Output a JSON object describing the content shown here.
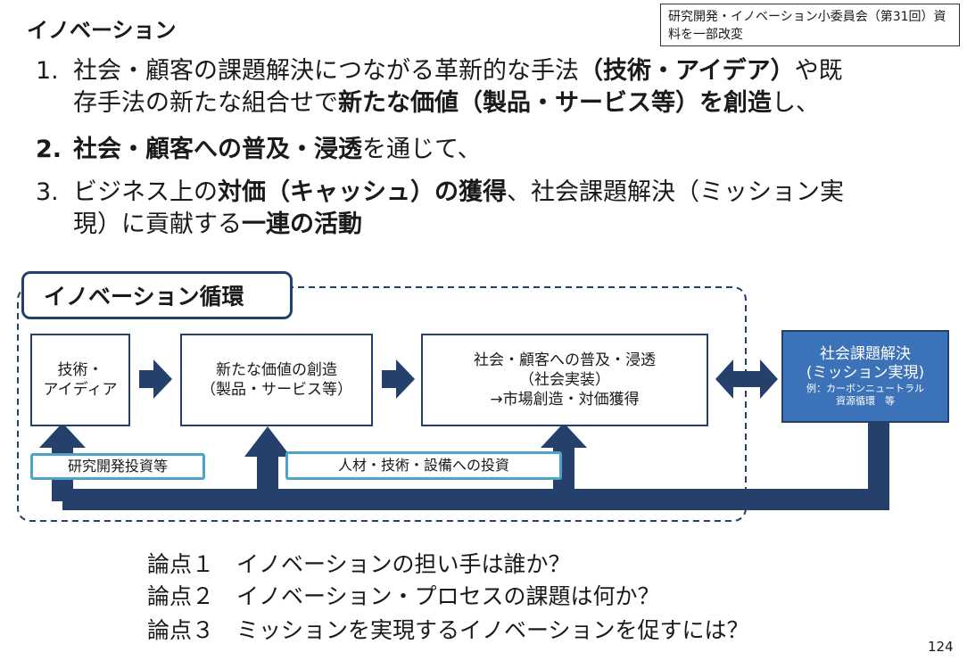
{
  "header": {
    "title": "イノベーション",
    "source_note": "研究開発・イノベーション小委員会（第31回）資料を一部改変"
  },
  "points": {
    "p1": {
      "num": "1.",
      "a": "社会・顧客の課題解決につながる革新的な手法",
      "b": "（技術・アイデア）",
      "c": "や既",
      "d": "存手法の新たな組合せで",
      "e": "新たな価値（製品・サービス等）を創造",
      "f": "し、"
    },
    "p2": {
      "num": "2.",
      "a": "社会・顧客への普及・浸透",
      "b": "を通じて、"
    },
    "p3": {
      "num": "3.",
      "a": "ビジネス上の",
      "b": "対価（キャッシュ）の獲得",
      "c": "、社会課題解決（ミッション実",
      "d": "現）に貢献する",
      "e": "一連の活動"
    }
  },
  "diagram": {
    "cycle_label": "イノベーション循環",
    "box_tech": [
      "技術・",
      "アイディア"
    ],
    "box_value": [
      "新たな価値の創造",
      "（製品・サービス等）"
    ],
    "box_diffusion": [
      "社会・顧客への普及・浸透",
      "（社会実装）",
      "→市場創造・対価獲得"
    ],
    "box_goal": [
      "社会課題解決",
      "(ミッション実現)"
    ],
    "box_goal_example": [
      "例：カーボンニュートラル",
      "資源循環　等"
    ],
    "investment_rd": "研究開発投資等",
    "investment_people": "人材・技術・設備への投資",
    "colors": {
      "navy": "#24406b",
      "goal_blue": "#3c72b8",
      "teal": "#4ea3c8"
    }
  },
  "issues": [
    "論点１　イノベーションの担い手は誰か？",
    "論点２　イノベーション・プロセスの課題は何か？",
    "論点３　ミッションを実現するイノベーションを促すには？"
  ],
  "page_number": "124"
}
